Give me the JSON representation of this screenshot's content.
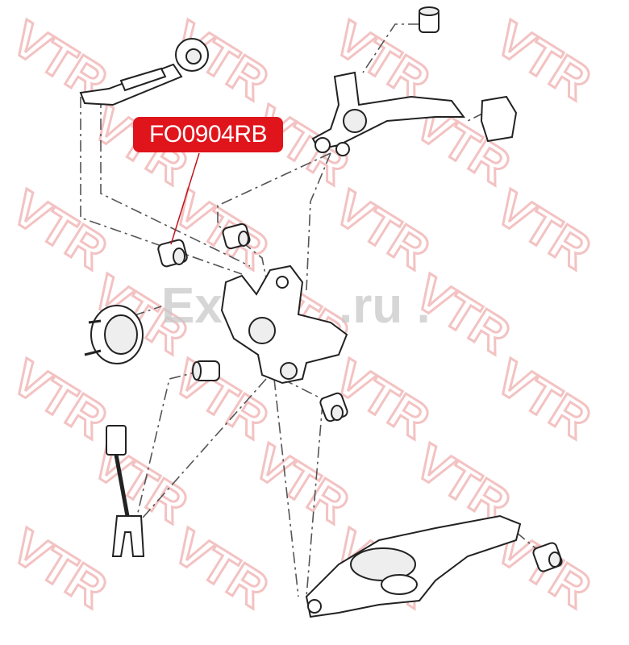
{
  "callout": {
    "part_number": "FO0904RB",
    "color": "#e0141b"
  },
  "watermarks": {
    "brand": "VTR",
    "site": "Exist.ru"
  },
  "colors": {
    "watermark": "#f2b8b8",
    "lines": "#222222"
  }
}
